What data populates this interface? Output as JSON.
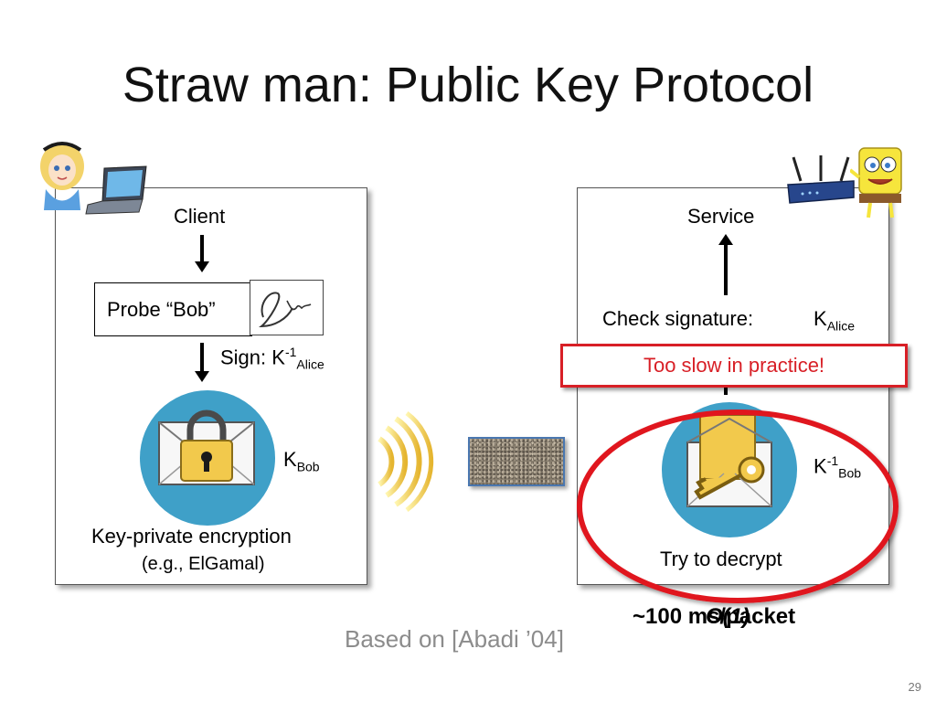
{
  "title": "Straw man: Public Key Protocol",
  "client": {
    "header": "Client",
    "probe": "Probe “Bob”",
    "sign_prefix": "Sign:  K",
    "sign_sup": "-1",
    "sign_sub": "Alice",
    "key_prefix": "K",
    "key_sub": "Bob",
    "caption_line1": "Key-private encryption",
    "caption_line2": "(e.g., ElGamal)"
  },
  "service": {
    "header": "Service",
    "check": "Check signature:",
    "check_key_prefix": "K",
    "check_key_sub": "Alice",
    "key_prefix": "K",
    "key_sup": "-1",
    "key_sub": "Bob",
    "caption": "Try to decrypt"
  },
  "warning": "Too slow in practice!",
  "overlap_text_a": "~100 ms/packet",
  "overlap_text_b": "O(1)",
  "footnote": "Based on [Abadi ’04]",
  "page_number": "29",
  "colors": {
    "accent_red": "#d81f26",
    "circle_blue": "#3fa0c8",
    "packet_border": "#4a77b0"
  },
  "icons": {
    "alice": "alice-character-icon",
    "laptop": "laptop-icon",
    "spongebob": "spongebob-character-icon",
    "router": "wireless-router-icon",
    "lock_envelope": "locked-envelope-icon",
    "key_envelope": "key-envelope-icon",
    "signal": "wireless-signal-icon",
    "signature": "alice-signature-image"
  }
}
